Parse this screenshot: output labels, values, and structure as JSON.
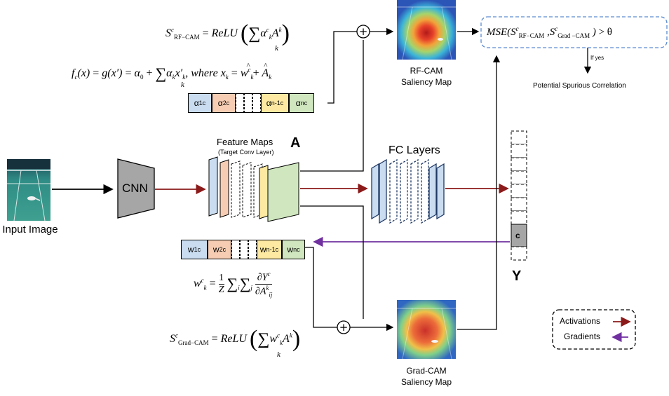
{
  "input": {
    "label": "Input Image"
  },
  "cnn": {
    "label": "CNN"
  },
  "feature_maps": {
    "title": "Feature Maps",
    "subtitle": "(Target Conv Layer)",
    "symbol": "A"
  },
  "fc": {
    "label": "FC Layers"
  },
  "output": {
    "symbol": "Y",
    "class_label": "c"
  },
  "rf_cam": {
    "line1": "RF-CAM",
    "line2": "Saliency Map"
  },
  "grad_cam": {
    "line1": "Grad-CAM",
    "line2": "Saliency Map"
  },
  "mse": {
    "if_label": "If yes",
    "result": "Potential Spurious Correlation"
  },
  "legend": {
    "activations": "Activations",
    "gradients": "Gradients"
  },
  "alpha_vector": [
    "α",
    "α",
    "α",
    "α"
  ],
  "weight_vector": [
    "w",
    "w",
    "w",
    "w"
  ],
  "colors": {
    "activation": "#8b1a1a",
    "gradient": "#7030a0",
    "blue_cell": "#c9dcf0",
    "orange_cell": "#f6cdb3",
    "yellow_cell": "#fde9a1",
    "green_cell": "#cfe6be",
    "mse_border": "#5b8bd1",
    "cnn_fill": "#a6a6a6"
  }
}
